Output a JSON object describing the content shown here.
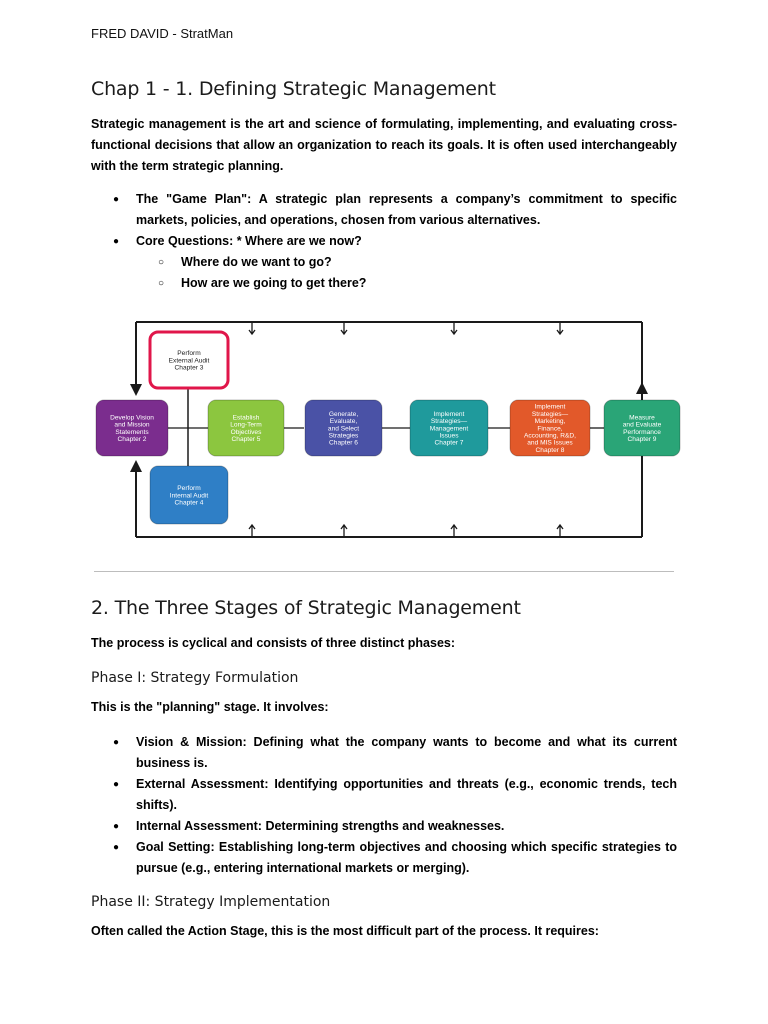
{
  "header": "FRED DAVID - StratMan",
  "section1": {
    "title": "Chap 1 - 1. Defining Strategic Management",
    "intro": "Strategic management is the art and science of formulating, implementing, and evaluating cross-functional decisions that allow an organization to reach its goals. It is often used interchangeably with the term strategic planning.",
    "bullet1": "The \"Game Plan\": A strategic plan represents a company’s commitment to specific markets, policies, and operations, chosen from various alternatives.",
    "bullet2": "Core Questions: * Where are we now?",
    "sub1": "Where do we want to go?",
    "sub2": "How are we going to get there?"
  },
  "diagram": {
    "colors": {
      "frame": "#1a1a1a",
      "external": "#e0164a",
      "vision": "#7b2d8e",
      "objectives": "#8cc63f",
      "generate": "#4a52a6",
      "implement_mgmt": "#1f9a9c",
      "implement_func": "#e2592a",
      "measure": "#2aa577",
      "internal": "#2f7fc6"
    },
    "boxes": {
      "external": [
        "Perform",
        "External Audit",
        "Chapter 3"
      ],
      "vision": [
        "Develop Vision",
        "and Mission",
        "Statements",
        "Chapter 2"
      ],
      "objectives": [
        "Establish",
        "Long-Term",
        "Objectives",
        "Chapter 5"
      ],
      "generate": [
        "Generate,",
        "Evaluate,",
        "and Select",
        "Strategies",
        "Chapter 6"
      ],
      "implement_mgmt": [
        "Implement",
        "Strategies—",
        "Management",
        "Issues",
        "Chapter 7"
      ],
      "implement_func": [
        "Implement",
        "Strategies—",
        "Marketing,",
        "Finance,",
        "Accounting, R&D,",
        "and MIS Issues",
        "Chapter 8"
      ],
      "measure": [
        "Measure",
        "and Evaluate",
        "Performance",
        "Chapter 9"
      ],
      "internal": [
        "Perform",
        "Internal Audit",
        "Chapter 4"
      ]
    }
  },
  "section2": {
    "title": "2. The Three Stages of Strategic Management",
    "intro": "The process is cyclical and consists of three distinct phases:",
    "phase1_title": "Phase I: Strategy Formulation",
    "phase1_intro": "This is the \"planning\" stage. It involves:",
    "bullets": [
      "Vision & Mission: Defining what the company wants to become and what its current business is.",
      "External Assessment: Identifying opportunities and threats (e.g., economic trends, tech shifts).",
      "Internal Assessment: Determining strengths and weaknesses.",
      "Goal Setting: Establishing long-term objectives and choosing which specific strategies to pursue (e.g., entering international markets or merging)."
    ],
    "phase2_title": "Phase II: Strategy Implementation",
    "phase2_intro": "Often called the Action Stage, this is the most difficult part of the process. It requires:"
  }
}
